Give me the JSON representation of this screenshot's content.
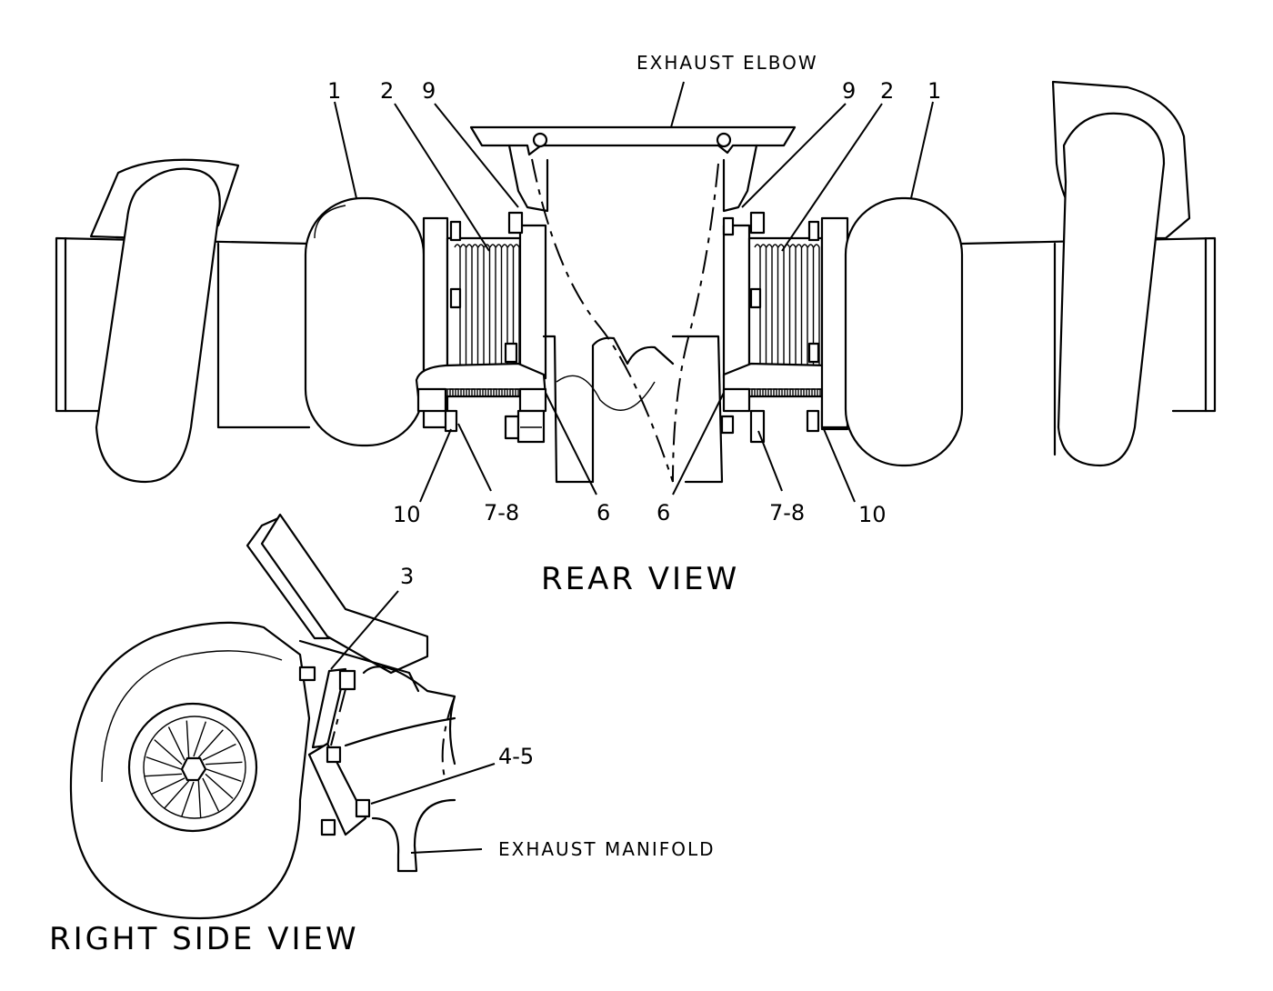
{
  "captions": {
    "exhaust_elbow": "EXHAUST ELBOW",
    "exhaust_manifold": "EXHAUST MANIFOLD"
  },
  "views": {
    "rear": "REAR VIEW",
    "right_side": "RIGHT SIDE VIEW"
  },
  "callouts": {
    "l1": "1",
    "l2": "2",
    "l9": "9",
    "r9": "9",
    "r2": "2",
    "r1": "1",
    "l10": "10",
    "l78": "7-8",
    "l6": "6",
    "r6": "6",
    "r78": "7-8",
    "r10": "10",
    "s3": "3",
    "s45": "4-5"
  }
}
